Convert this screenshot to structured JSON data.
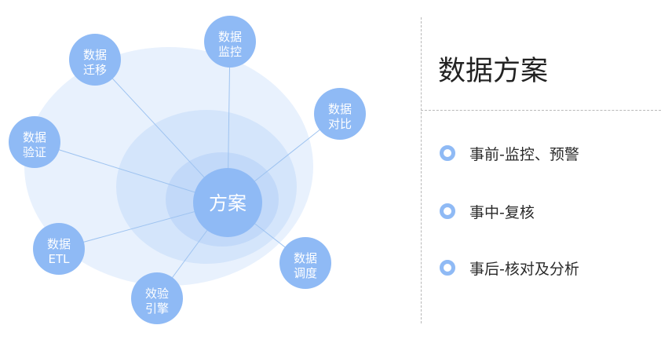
{
  "colors": {
    "node_fill": "#8fbaf5",
    "center_fill": "#8fbaf5",
    "ring_outer": "#e8f1fd",
    "ring_middle": "#d4e5fb",
    "ring_inner": "#c2d9f9",
    "edge": "#9ec3f0",
    "bullet": "#8fbaf5",
    "text_dark": "#222222"
  },
  "diagram": {
    "center": {
      "label": "方案"
    },
    "nodes": [
      {
        "id": "monitor",
        "lines": [
          "数据",
          "监控"
        ]
      },
      {
        "id": "migrate",
        "lines": [
          "数据",
          "迁移"
        ]
      },
      {
        "id": "compare",
        "lines": [
          "数据",
          "对比"
        ]
      },
      {
        "id": "validate",
        "lines": [
          "数据",
          "验证"
        ]
      },
      {
        "id": "etl",
        "lines": [
          "数据",
          "ETL"
        ]
      },
      {
        "id": "schedule",
        "lines": [
          "数据",
          "调度"
        ]
      },
      {
        "id": "engine",
        "lines": [
          "效验",
          "引擎"
        ]
      }
    ]
  },
  "panel": {
    "title": "数据方案",
    "items": [
      {
        "label": "事前-监控、预警"
      },
      {
        "label": "事中-复核"
      },
      {
        "label": "事后-核对及分析"
      }
    ]
  }
}
